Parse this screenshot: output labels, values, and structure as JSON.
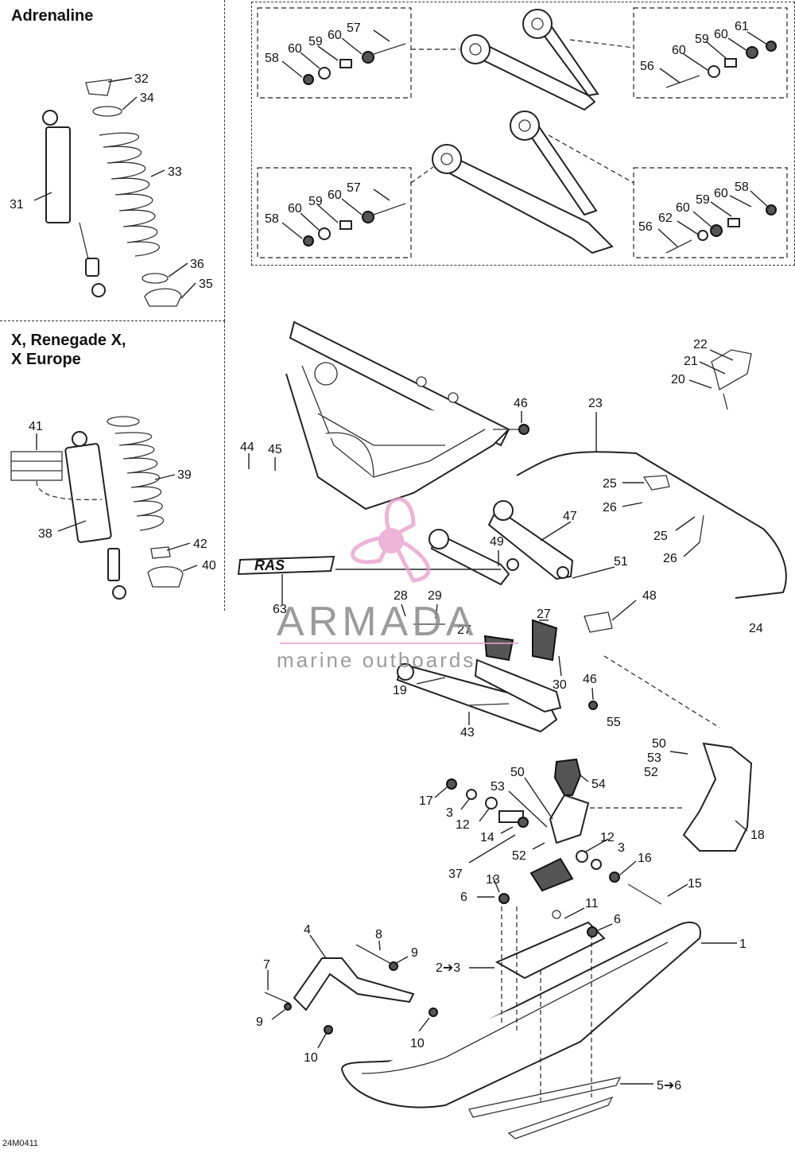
{
  "panels": {
    "adrenaline_title": "Adrenaline",
    "x_renegade_title_line1": "X, Renegade X,",
    "x_renegade_title_line2": "X Europe"
  },
  "callouts": {
    "c31": "31",
    "c32": "32",
    "c33": "33",
    "c34": "34",
    "c35": "35",
    "c36": "36",
    "c57a": "57",
    "c60a": "60",
    "c59a": "59",
    "c60b": "60",
    "c58a": "58",
    "c61": "61",
    "c60c": "60",
    "c59b": "59",
    "c60d": "60",
    "c56a": "56",
    "c57b": "57",
    "c60e": "60",
    "c59c": "59",
    "c60f": "60",
    "c58b": "58",
    "c58c": "58",
    "c60g": "60",
    "c59d": "59",
    "c60h": "60",
    "c62": "62",
    "c56b": "56",
    "c41": "41",
    "c38": "38",
    "c39": "39",
    "c42": "42",
    "c40": "40",
    "c22": "22",
    "c21": "21",
    "c20": "20",
    "c46a": "46",
    "c23": "23",
    "c44": "44",
    "c45": "45",
    "c25a": "25",
    "c26a": "26",
    "c25b": "25",
    "c26b": "26",
    "c47": "47",
    "c49": "49",
    "c51": "51",
    "c63": "63",
    "c28": "28",
    "c29": "29",
    "c27a": "27",
    "c27b": "27",
    "c48": "48",
    "c24": "24",
    "c30": "30",
    "c19": "19",
    "c46b": "46",
    "c55": "55",
    "c43": "43",
    "c50a": "50",
    "c53a": "53",
    "c52a": "52",
    "c18": "18",
    "c54": "54",
    "c17": "17",
    "c3a": "3",
    "c12a": "12",
    "c50b": "50",
    "c53b": "53",
    "c14": "14",
    "c52b": "52",
    "c37": "37",
    "c12b": "12",
    "c3b": "3",
    "c16": "16",
    "c15": "15",
    "c13": "13",
    "c6a": "6",
    "c11": "11",
    "c6b": "6",
    "c1": "1",
    "c2to3": "2➔3",
    "c4": "4",
    "c8": "8",
    "c9a": "9",
    "c7": "7",
    "c9b": "9",
    "c10a": "10",
    "c10b": "10",
    "c5to6": "5➔6"
  },
  "ras_logo_text": "RAS",
  "watermark": {
    "brand": "ARMADA",
    "tagline": "marine outboards",
    "accent_color": "#e79ccb"
  },
  "drawing_code": "24M0411"
}
